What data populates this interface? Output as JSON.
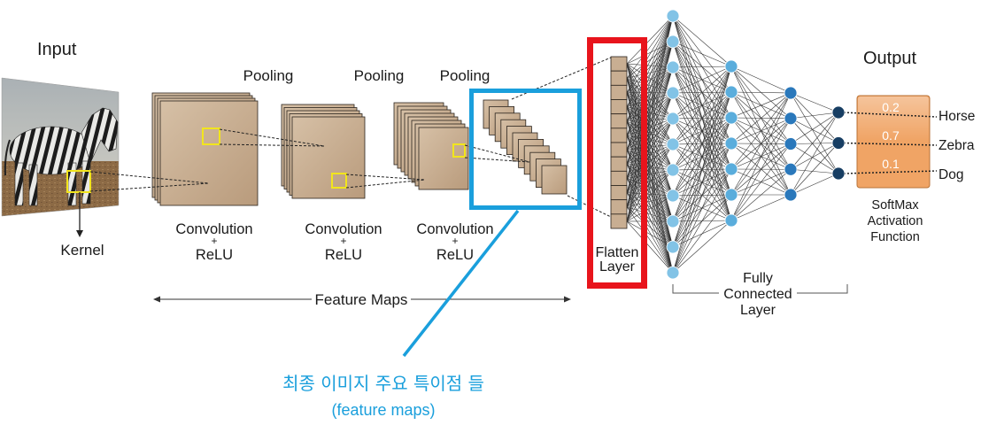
{
  "input": {
    "title": "Input",
    "kernel_label": "Kernel"
  },
  "pooling_labels": [
    "Pooling",
    "Pooling",
    "Pooling"
  ],
  "conv_blocks": [
    {
      "name": "Convolution",
      "plus": "+",
      "activation": "ReLU"
    },
    {
      "name": "Convolution",
      "plus": "+",
      "activation": "ReLU"
    },
    {
      "name": "Convolution",
      "plus": "+",
      "activation": "ReLU"
    }
  ],
  "feature_maps_label": "Feature Maps",
  "flatten": {
    "line1": "Flatten",
    "line2": "Layer"
  },
  "fully_connected": {
    "line1": "Fully",
    "line2": "Connected",
    "line3": "Layer"
  },
  "output": {
    "title": "Output",
    "probabilities": [
      "0.2",
      "0.7",
      "0.1"
    ],
    "classes": [
      "Horse",
      "Zebra",
      "Dog"
    ],
    "activation_label": {
      "line1": "SoftMax",
      "line2": "Activation",
      "line3": "Function"
    }
  },
  "annotation": {
    "text": "최종 이미지 주요 특이점 들",
    "subtext": "(feature maps)"
  },
  "colors": {
    "highlight_box": "#e8141c",
    "annotation": "#1a9fdc",
    "kernel": "#f2e51d",
    "feature_map": "#c8ae92",
    "softmax_box": "#f0a465",
    "neurons": [
      "#82c3e6",
      "#5aaddc",
      "#2a78bb",
      "#173e63"
    ]
  }
}
